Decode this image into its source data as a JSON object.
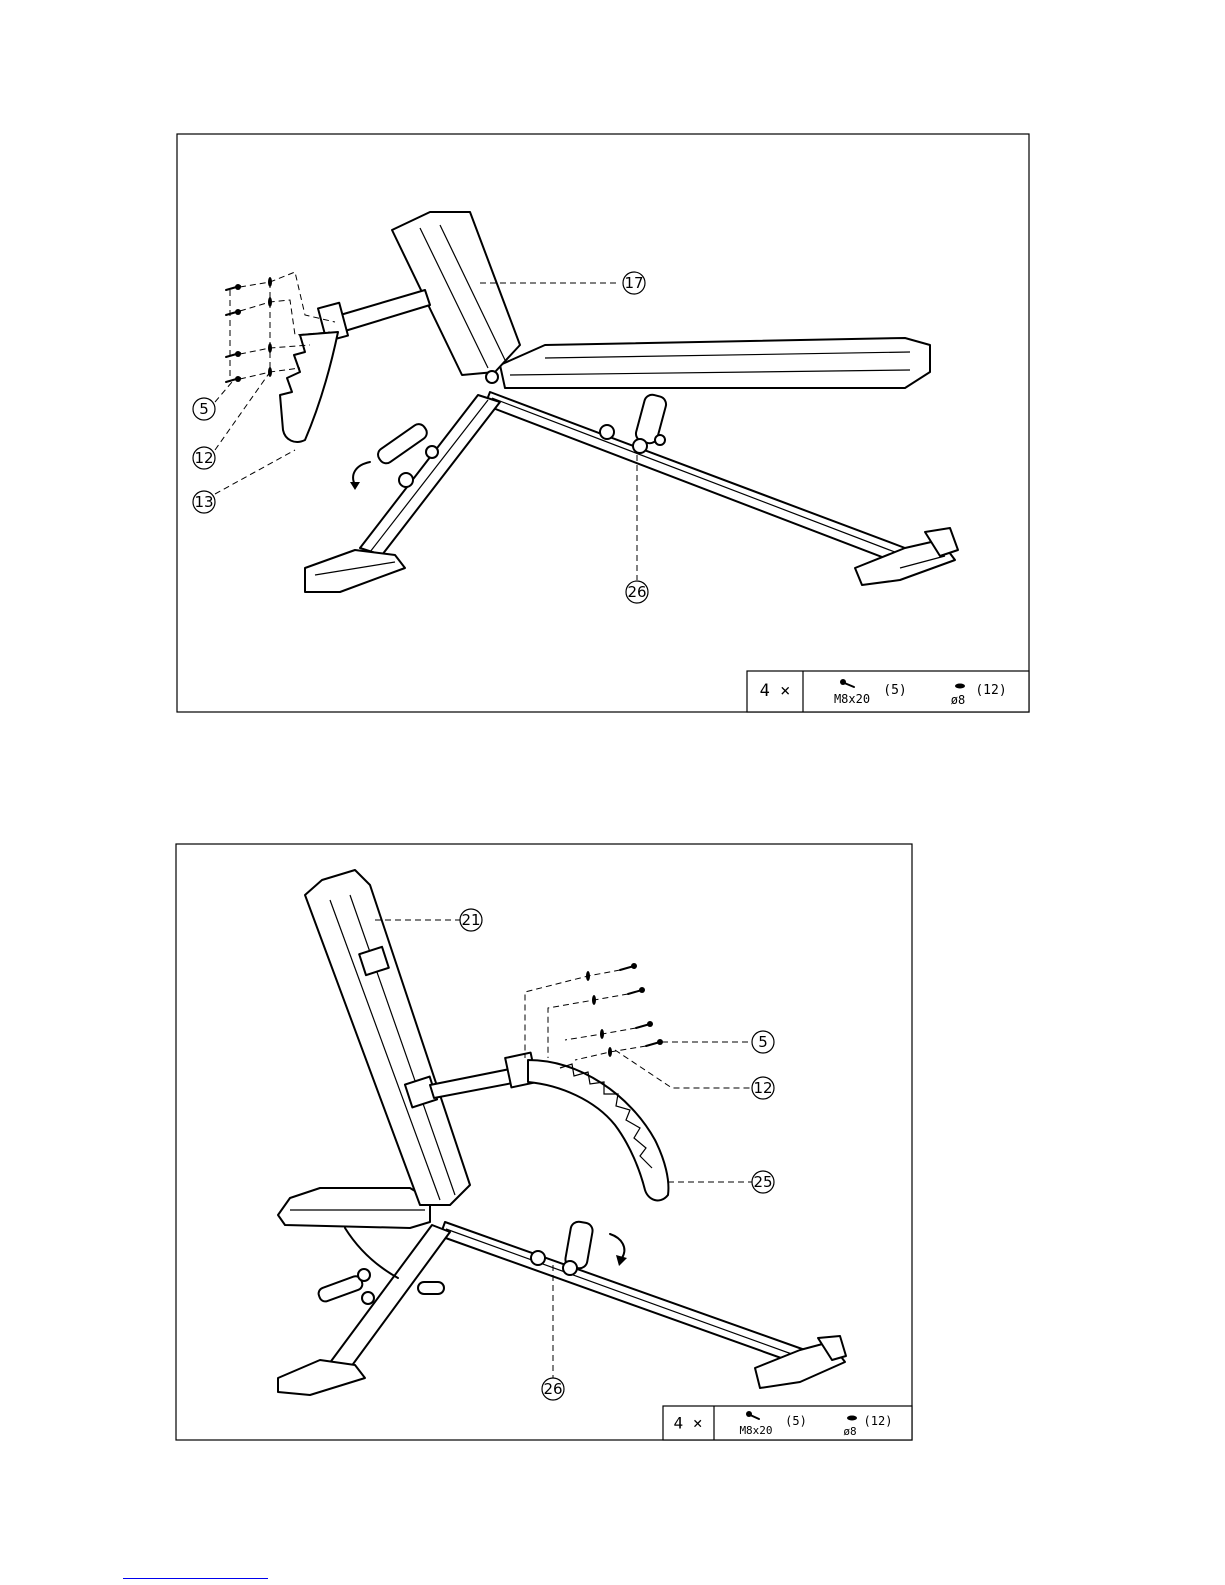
{
  "figure1": {
    "callouts": [
      "17",
      "5",
      "12",
      "13",
      "26"
    ],
    "legend": {
      "qty": "4 ×",
      "bolt_size": "M8x20",
      "bolt_ref": "(5)",
      "washer_size": "ø8",
      "washer_ref": "(12)"
    }
  },
  "figure2": {
    "callouts": [
      "21",
      "5",
      "12",
      "25",
      "26"
    ],
    "legend": {
      "qty": "4 ×",
      "bolt_size": "M8x20",
      "bolt_ref": "(5)",
      "washer_size": "ø8",
      "washer_ref": "(12)"
    }
  }
}
